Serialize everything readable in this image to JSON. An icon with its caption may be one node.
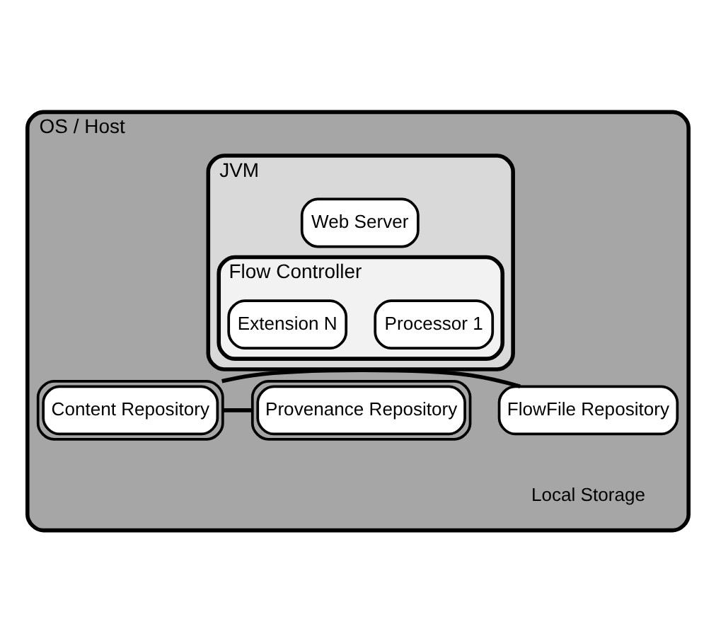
{
  "diagram": {
    "nodes": [
      {
        "text": [
          "OS / Host"
        ]
      },
      {
        "text": [
          "JVM"
        ],
        "in": 0
      },
      {
        "text": [
          "Web Server"
        ],
        "in": 1
      },
      {
        "text": [
          "Flow Controller"
        ],
        "in": 1
      },
      {
        "text": [
          "Processor 1"
        ],
        "in": 3
      },
      {
        "text": [
          "Extension N"
        ],
        "in": 3
      },
      {
        "text": [
          "FlowFile Repository"
        ],
        "in": 0
      },
      {
        "text": [
          "Content Repository"
        ],
        "in": 0
      },
      {
        "text": [
          "Provenance Repository"
        ],
        "in": 0
      }
    ],
    "edges": [
      {
        "from": 6,
        "to": 7,
        "arrow": "none"
      },
      {
        "from": 7,
        "to": 8,
        "arrow": "none"
      }
    ],
    "labels": [
      "Local Storage"
    ]
  }
}
